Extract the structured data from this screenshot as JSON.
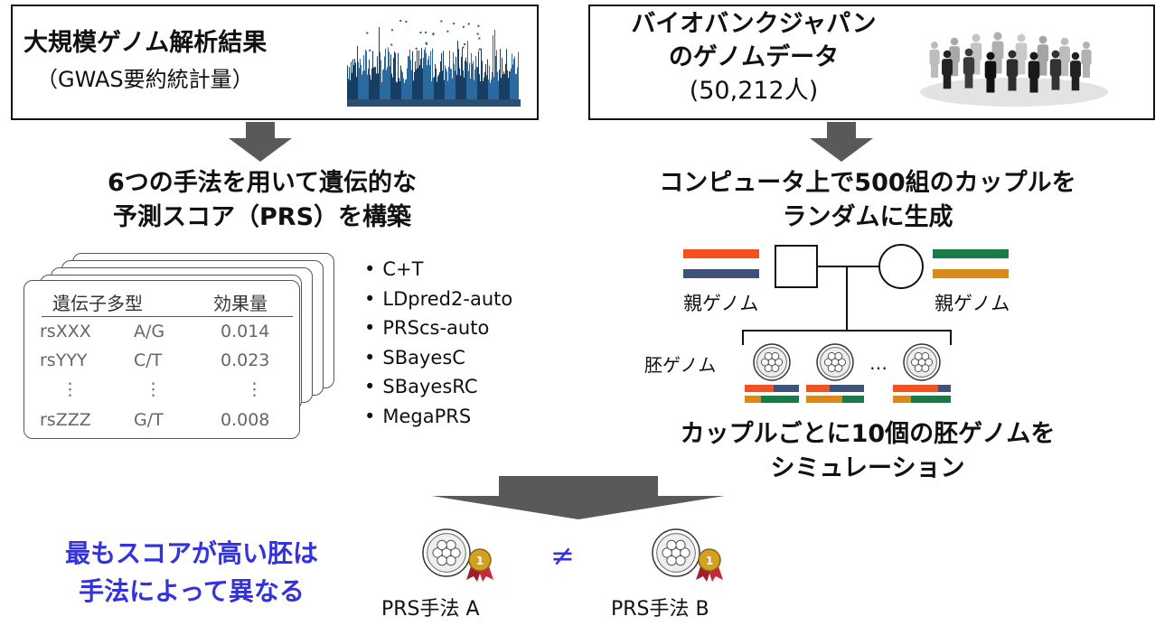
{
  "left_box": {
    "title": "大規模ゲノム解析結果",
    "subtitle": "（GWAS要約統計量）"
  },
  "right_box": {
    "line1": "バイオバンクジャパン",
    "line2": "のゲノムデータ",
    "count": "(50,212人)"
  },
  "left_step": {
    "line1": "6つの手法を用いて遺伝的な",
    "line2": "予測スコア（PRS）を構築"
  },
  "right_step": {
    "line1": "コンピュータ上で500組のカップルを",
    "line2": "ランダムに生成"
  },
  "table": {
    "headers": [
      "遺伝子多型",
      "効果量"
    ],
    "rows": [
      [
        "rsXXX",
        "A/G",
        "0.014"
      ],
      [
        "rsYYY",
        "C/T",
        "0.023"
      ],
      [
        "⋮",
        "⋮",
        "⋮"
      ],
      [
        "rsZZZ",
        "G/T",
        "0.008"
      ]
    ]
  },
  "methods": [
    "C+T",
    "LDpred2-auto",
    "PRScs-auto",
    "SBayesC",
    "SBayesRC",
    "MegaPRS"
  ],
  "pedigree": {
    "parent_label_left": "親ゲノム",
    "parent_label_right": "親ゲノム",
    "embryo_label": "胚ゲノム",
    "ellipsis": "…"
  },
  "embryo_step": {
    "line1": "カップルごとに10個の胚ゲノムを",
    "line2": "シミュレーション"
  },
  "conclusion": {
    "line1": "最もスコアが高い胚は",
    "line2": "手法によって異なる"
  },
  "comparison": {
    "label_a": "PRS手法 A",
    "label_b": "PRS手法 B",
    "symbol": "≠"
  },
  "colors": {
    "arrow": "#595959",
    "orange_red": "#f4511e",
    "navy": "#3f5277",
    "green": "#1b7a4a",
    "amber": "#d98a1a",
    "conclusion_blue": "#3333dd",
    "manhattan_blue": "#1f5a8a",
    "people_gray": "#9a9a9a"
  }
}
